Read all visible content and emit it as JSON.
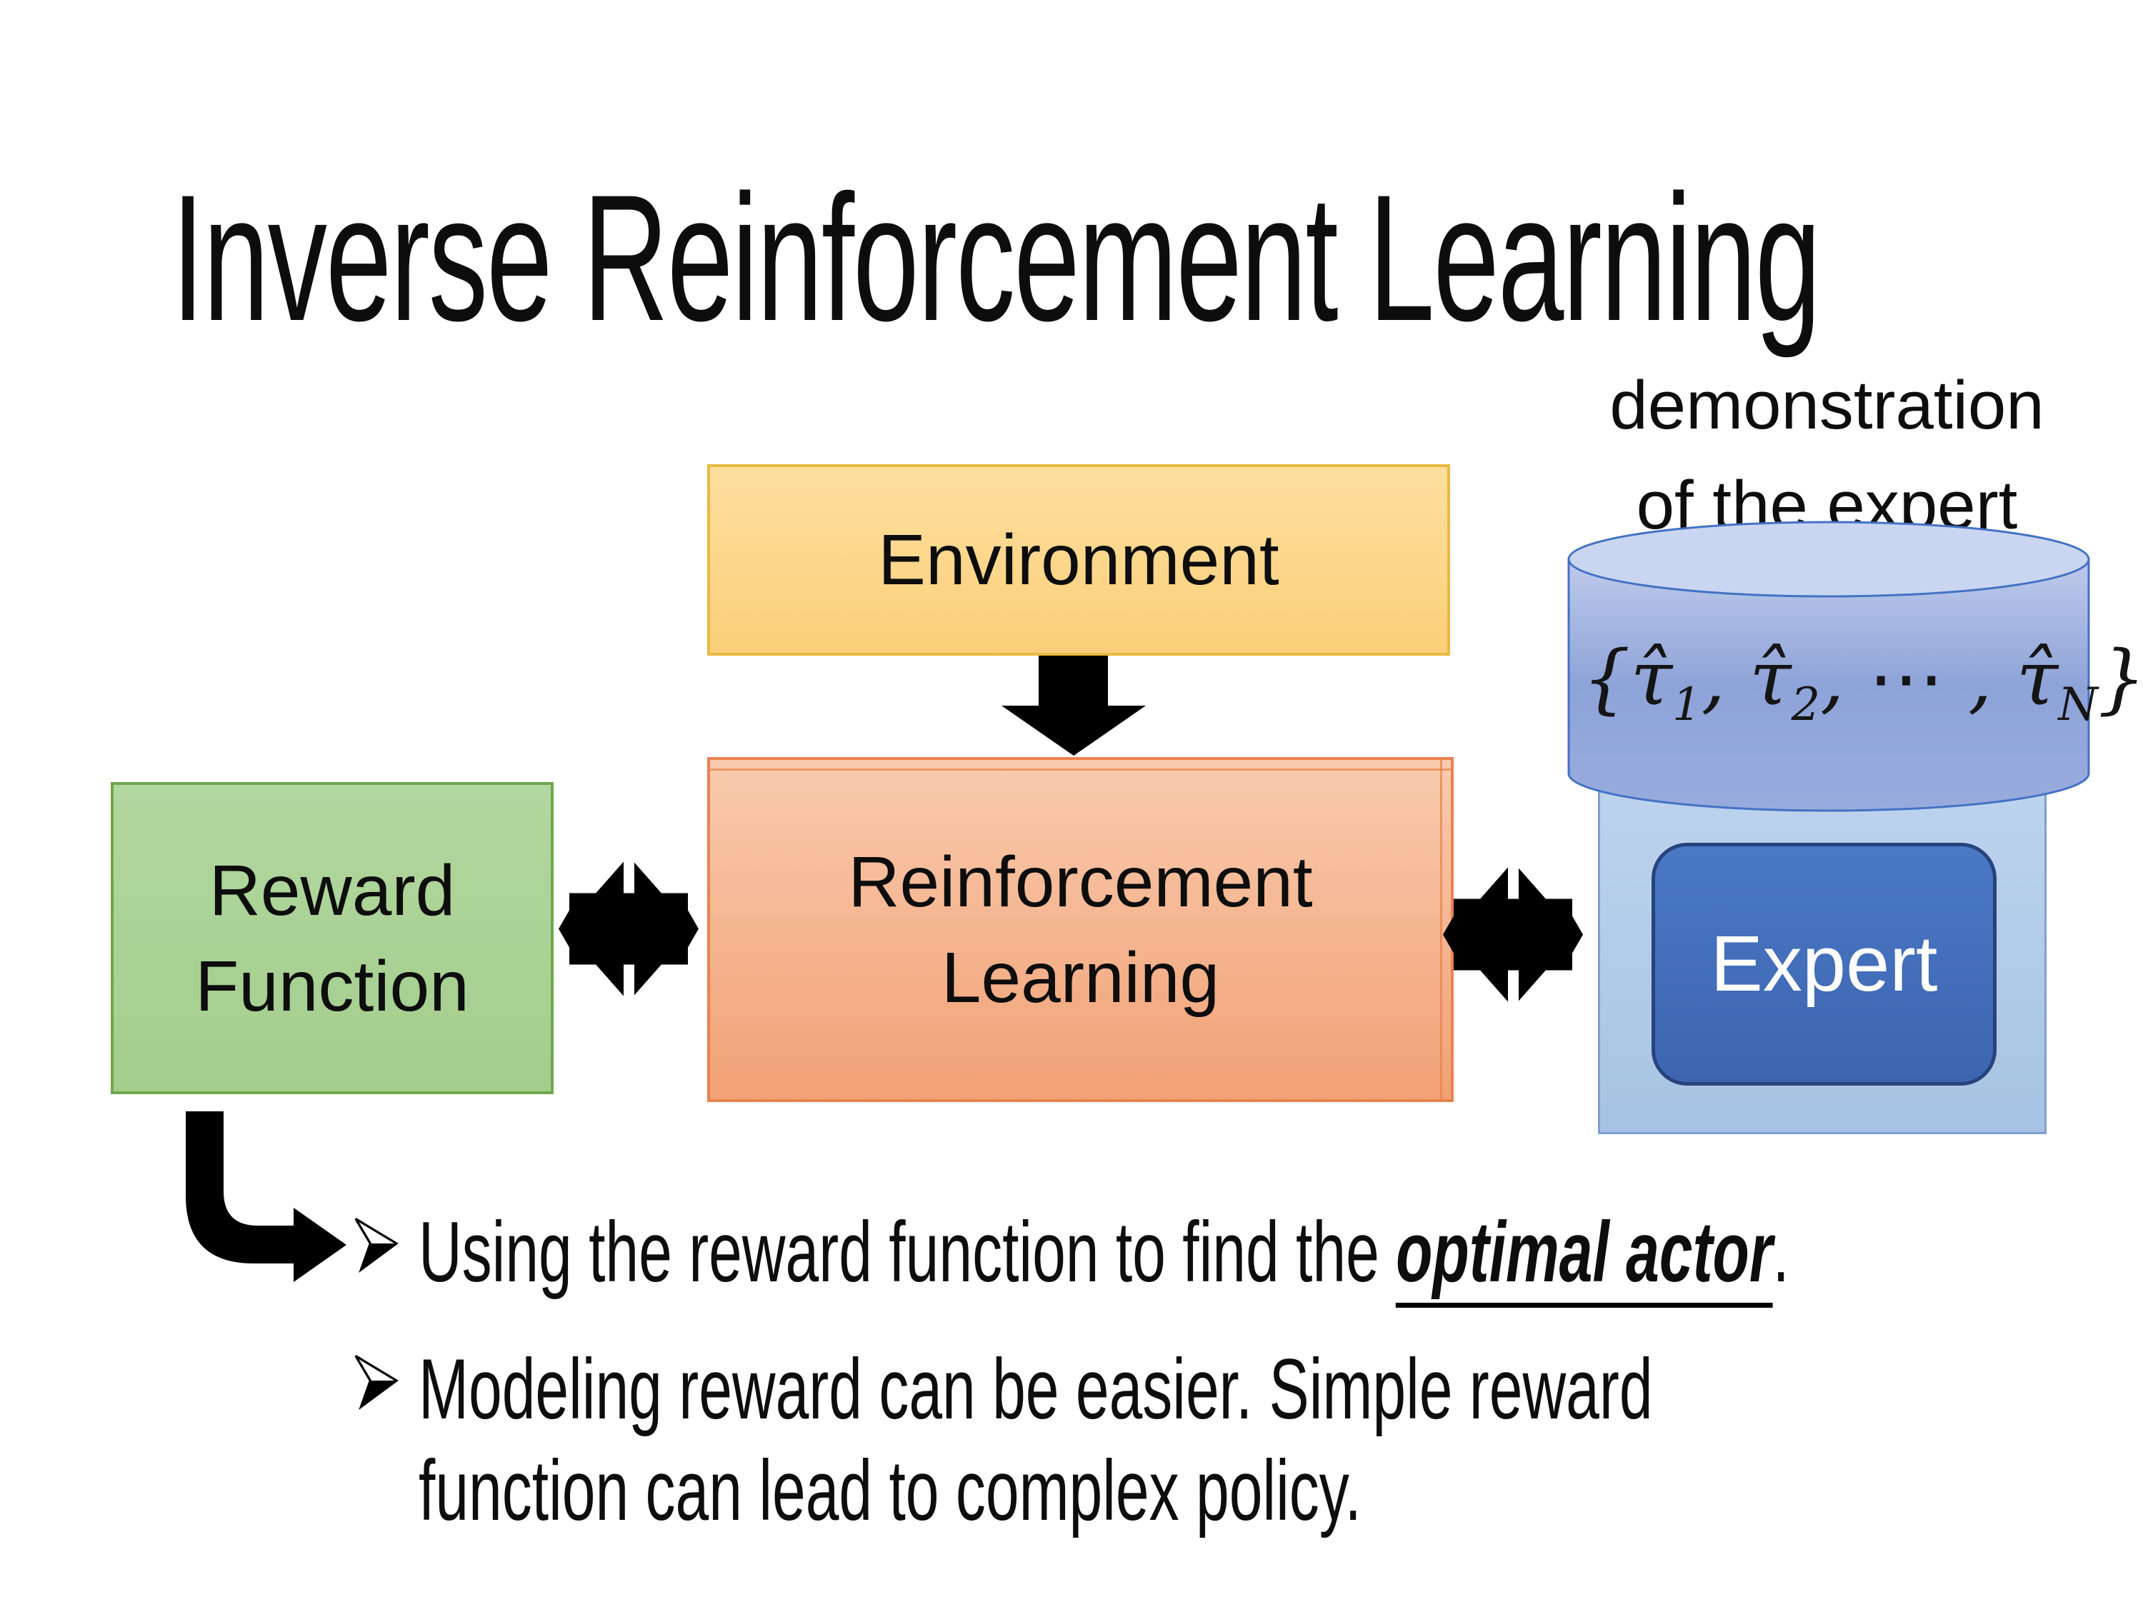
{
  "slide": {
    "title": "Inverse Reinforcement Learning"
  },
  "boxes": {
    "environment": {
      "label": "Environment"
    },
    "reward": {
      "line1": "Reward",
      "line2": "Function"
    },
    "rl": {
      "line1": "Reinforcement",
      "line2": "Learning"
    }
  },
  "expert_panel": {
    "caption": {
      "line1": "demonstration",
      "line2": "of the expert"
    },
    "formula": {
      "open": "{",
      "parts": [
        {
          "base": "τ̂",
          "sub": "1",
          "sep": ", "
        },
        {
          "base": "τ̂",
          "sub": "2",
          "sep": ", "
        },
        {
          "base": "⋯",
          "sub": "",
          "sep": " , "
        },
        {
          "base": "τ̂",
          "sub": "N",
          "sep": ""
        }
      ],
      "close": "}"
    },
    "expert_label": "Expert"
  },
  "bullets": [
    {
      "pre": "Using the reward function to find the ",
      "emphasis": "optimal actor",
      "post": "."
    },
    {
      "line1": "Modeling reward can be easier. Simple reward",
      "line2": "function can lead to complex policy."
    }
  ],
  "icons": {
    "down_arrow": "down-arrow-icon",
    "exchange_left": "exchange-arrow-icon",
    "exchange_right": "exchange-arrow-icon",
    "elbow": "elbow-arrow-icon",
    "bullet": "arrowhead-bullet-icon",
    "cylinder": "database-cylinder-icon"
  },
  "colors": {
    "env_fill_top": "#FEDF9F",
    "env_fill_bottom": "#FBCF79",
    "env_border": "#E9BA41",
    "rl_fill_top": "#F9CBAE",
    "rl_fill_bottom": "#F1A175",
    "rl_border": "#E8834E",
    "green_fill_top": "#B2D7A0",
    "green_fill_bottom": "#A3CD8C",
    "green_border": "#6FA74C",
    "panel_fill_top": "#BDD4EE",
    "panel_fill_bottom": "#A7C3E3",
    "panel_border": "#7F9FD1",
    "cyl_fill_top": "#BFCBEC",
    "cyl_fill_mid": "#8EA3D8",
    "cyl_fill_bottom": "#97ABDD",
    "cyl_rim_fill": "#CAD6F1",
    "cyl_border": "#4472C4",
    "expert_fill_top": "#4A78C5",
    "expert_fill_bottom": "#3D65AF",
    "expert_border": "#27427C",
    "arrow_ink": "#000000"
  }
}
